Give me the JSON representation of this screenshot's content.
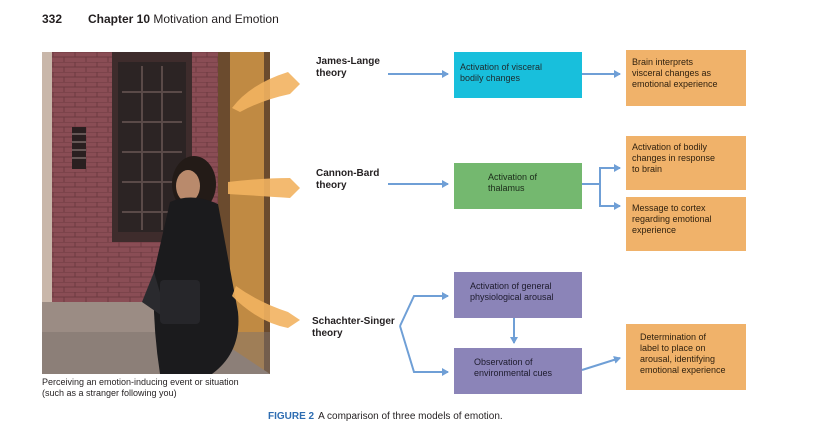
{
  "header": {
    "page_number": "332",
    "chapter_label": "Chapter 10",
    "chapter_title": "Motivation and Emotion"
  },
  "photo_caption_line1": "Perceiving an emotion-inducing event or situation",
  "photo_caption_line2": "(such as a stranger following you)",
  "theories": {
    "james_lange": {
      "line1": "James-Lange",
      "line2": "theory"
    },
    "cannon_bard": {
      "line1": "Cannon-Bard",
      "line2": "theory"
    },
    "schachter_singer": {
      "line1": "Schachter-Singer",
      "line2": "theory"
    }
  },
  "boxes": {
    "visceral_activation": {
      "line1": "Activation of visceral",
      "line2": "bodily changes"
    },
    "brain_interprets": {
      "line1": "Brain interprets",
      "line2": "visceral changes as",
      "line3": "emotional experience"
    },
    "thalamus": {
      "line1": "Activation of",
      "line2": "thalamus"
    },
    "bodily_changes": {
      "line1": "Activation of bodily",
      "line2": "changes in response",
      "line3": "to brain"
    },
    "cortex_message": {
      "line1": "Message to cortex",
      "line2": "regarding emotional",
      "line3": "experience"
    },
    "general_arousal": {
      "line1": "Activation of general",
      "line2": "physiological arousal"
    },
    "environmental_cues": {
      "line1": "Observation of",
      "line2": "environmental cues"
    },
    "label_determination": {
      "line1": "Determination of",
      "line2": "label to place on",
      "line3": "arousal, identifying",
      "line4": "emotional experience"
    }
  },
  "figure": {
    "label": "FIGURE 2",
    "caption": "A comparison of three models of emotion."
  },
  "colors": {
    "arrow": "#6f9fd6",
    "callout": "#f2b260",
    "cyan_box": "#18bfdc",
    "green_box": "#74b86f",
    "purple_box": "#8b84b8",
    "orange_box": "#f0b26a",
    "figure_label": "#2e6db2"
  }
}
